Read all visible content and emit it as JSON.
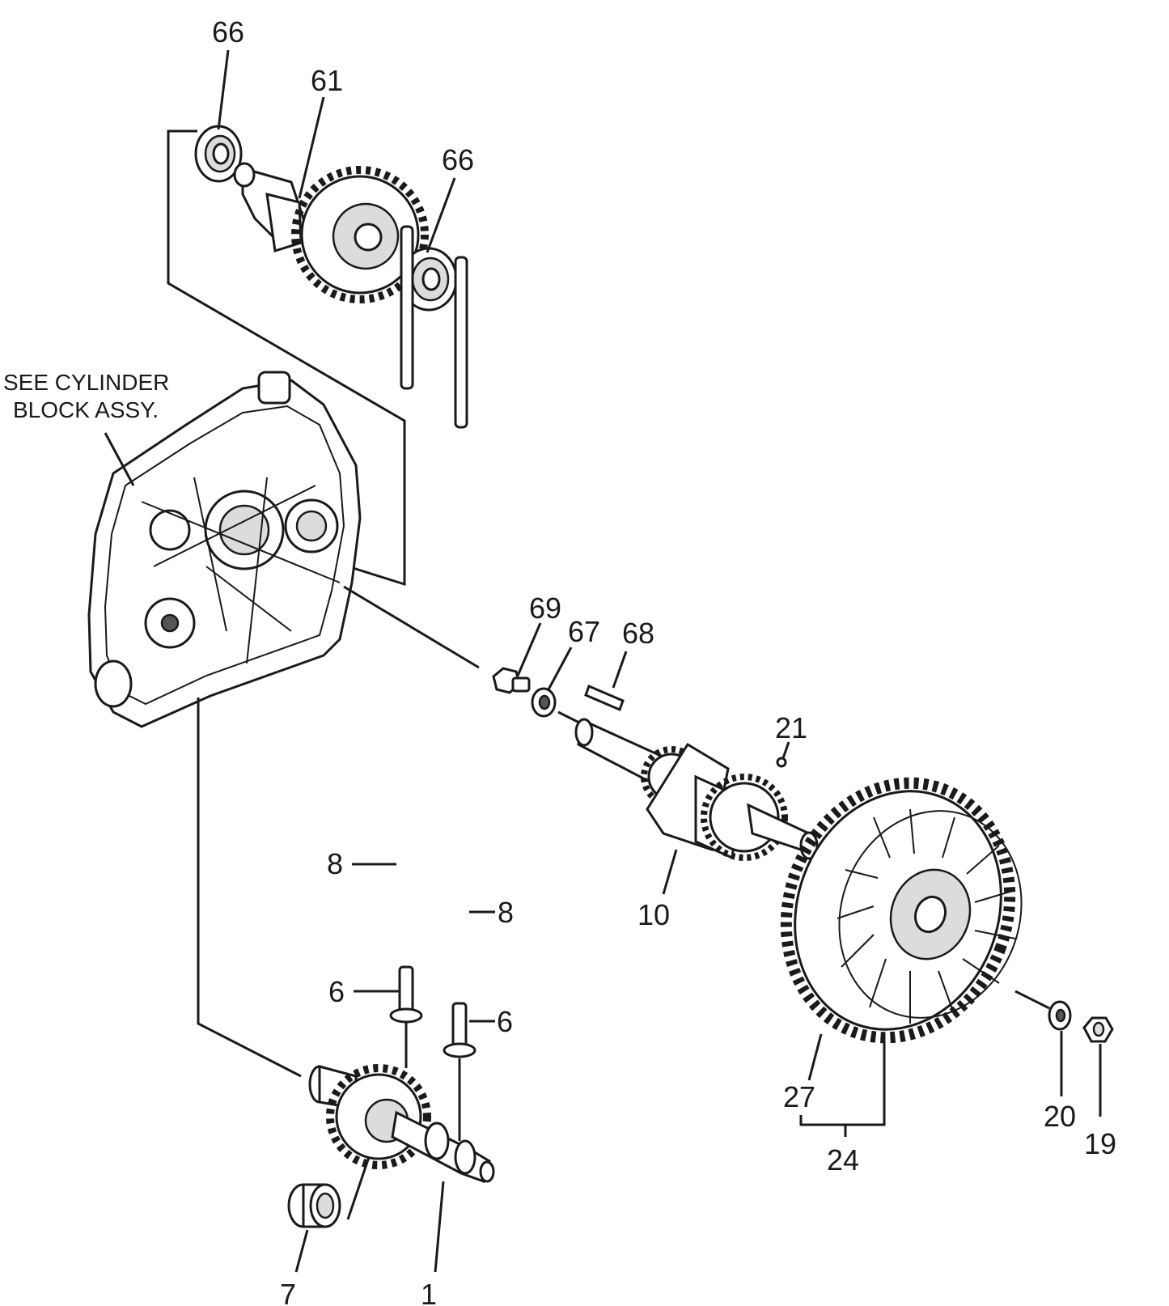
{
  "note": {
    "line1": "SEE CYLINDER",
    "line2": "BLOCK ASSY."
  },
  "callouts": {
    "c66a": "66",
    "c61": "61",
    "c66b": "66",
    "c69": "69",
    "c67": "67",
    "c68": "68",
    "c21": "21",
    "c8a": "8",
    "c8b": "8",
    "c10": "10",
    "c6a": "6",
    "c6b": "6",
    "c27": "27",
    "c24": "24",
    "c20": "20",
    "c19": "19",
    "c7": "7",
    "c1": "1"
  }
}
